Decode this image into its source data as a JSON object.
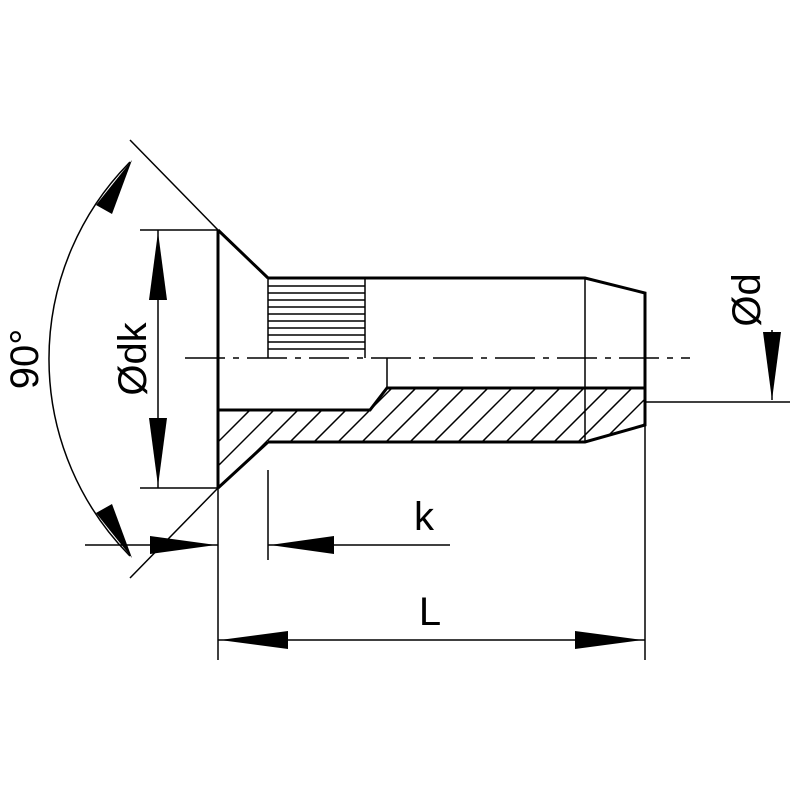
{
  "labels": {
    "angle": "90°",
    "head_diameter": "Ødk",
    "shank_diameter": "Ød",
    "head_height": "k",
    "length": "L"
  },
  "colors": {
    "line": "#000000",
    "background": "#ffffff"
  }
}
